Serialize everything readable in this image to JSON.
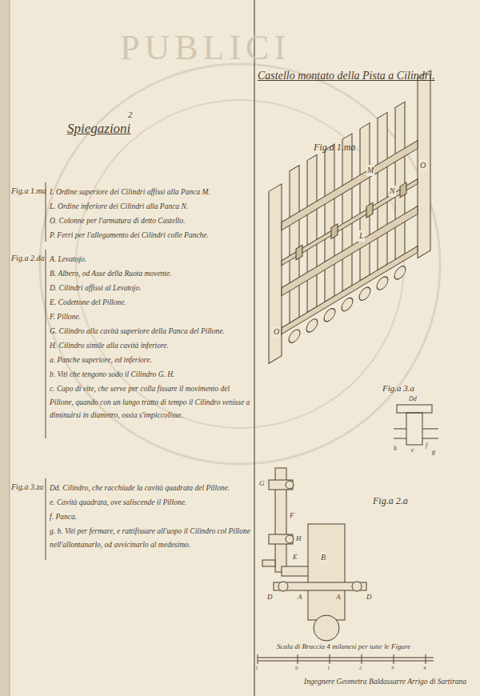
{
  "diagram": {
    "title": "Castello montato della Pista a Cilindri.",
    "labels": [
      "2",
      "Spiegazioni",
      "Fig.a 1.ma",
      "I. Ordine superiore dei Cilindri affissi alla Panca M.",
      "L. Ordine inferiore dei Cilindri alla Panca N.",
      "O. Colonne per l'armatura di detto Castello.",
      "P. Ferri per l'allegamento dei Cilindri colle Panche.",
      "Fig.a 2.da",
      "A. Levatojo.",
      "B. Albero, od Asse della Ruota movente.",
      "D. Cilindri affissi al Levatojo.",
      "E. Codettone del Pillone.",
      "F. Pillone.",
      "G. Cilindro alla cavità superiore della Panca del Pillone.",
      "H. Cilindro simile alla cavità inferiore.",
      "a. Panche superiore, ed inferiore.",
      "b. Viti che tengono sodo il Cilindro G. H.",
      "c. Capo di vite, che serve per colla fissare il movimento del Pillone, quando con un lungo tratto di tempo il Cilindro venisse a diminuirsi in diametro, ossia s'impiccolisse.",
      "Fig.a 3.za",
      "Dd. Cilindro, che racchiude la cavità quadrata del Pillone.",
      "e. Cavità quadrata, ove saliscende il Pillone.",
      "f. Panca.",
      "g. h. Viti per fermare, e rattifissare all'uopo il Cilindro col Pillone nell'allontanarlo, od avvicinarlo al medesimo.",
      "Fig.a 1.ma",
      "M",
      "N",
      "L",
      "O",
      "O",
      "Fig.a 3.a",
      "Dd",
      "e",
      "f",
      "g",
      "h",
      "Fig.a 2.a",
      "G",
      "F",
      "H",
      "E",
      "D",
      "A",
      "A",
      "D",
      "B",
      "Scala di Braccia 4 milanesi per tutte le Figure",
      "1",
      "0",
      "1",
      "2",
      "3",
      "4",
      "Ingegnere Geometra Baldassarre Arrigo di Sartirana",
      "PUBLICI"
    ]
  }
}
